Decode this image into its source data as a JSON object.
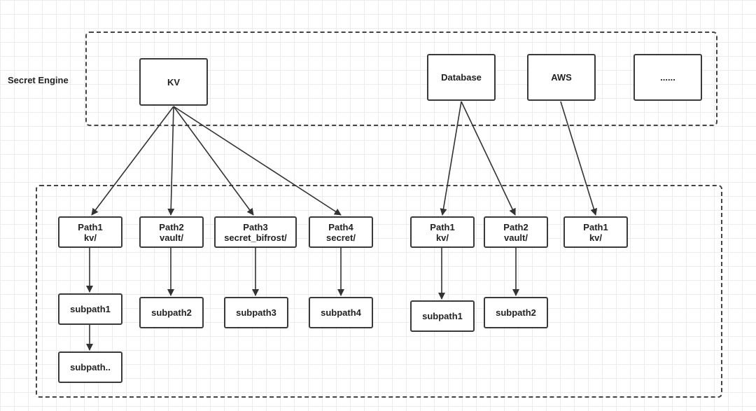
{
  "title_label": "Secret Engine",
  "engines": {
    "kv": "KV",
    "database": "Database",
    "aws": "AWS",
    "more": "......"
  },
  "paths": {
    "kv_path1": {
      "name": "Path1",
      "mount": "kv/"
    },
    "kv_path2": {
      "name": "Path2",
      "mount": "vault/"
    },
    "kv_path3": {
      "name": "Path3",
      "mount": "secret_bifrost/"
    },
    "kv_path4": {
      "name": "Path4",
      "mount": "secret/"
    },
    "db_path1": {
      "name": "Path1",
      "mount": "kv/"
    },
    "db_path2": {
      "name": "Path2",
      "mount": "vault/"
    },
    "aws_path1": {
      "name": "Path1",
      "mount": "kv/"
    }
  },
  "subpaths": {
    "kv_sub1": "subpath1",
    "kv_sub1_more": "subpath..",
    "kv_sub2": "subpath2",
    "kv_sub3": "subpath3",
    "kv_sub4": "subpath4",
    "db_sub1": "subpath1",
    "db_sub2": "subpath2"
  }
}
